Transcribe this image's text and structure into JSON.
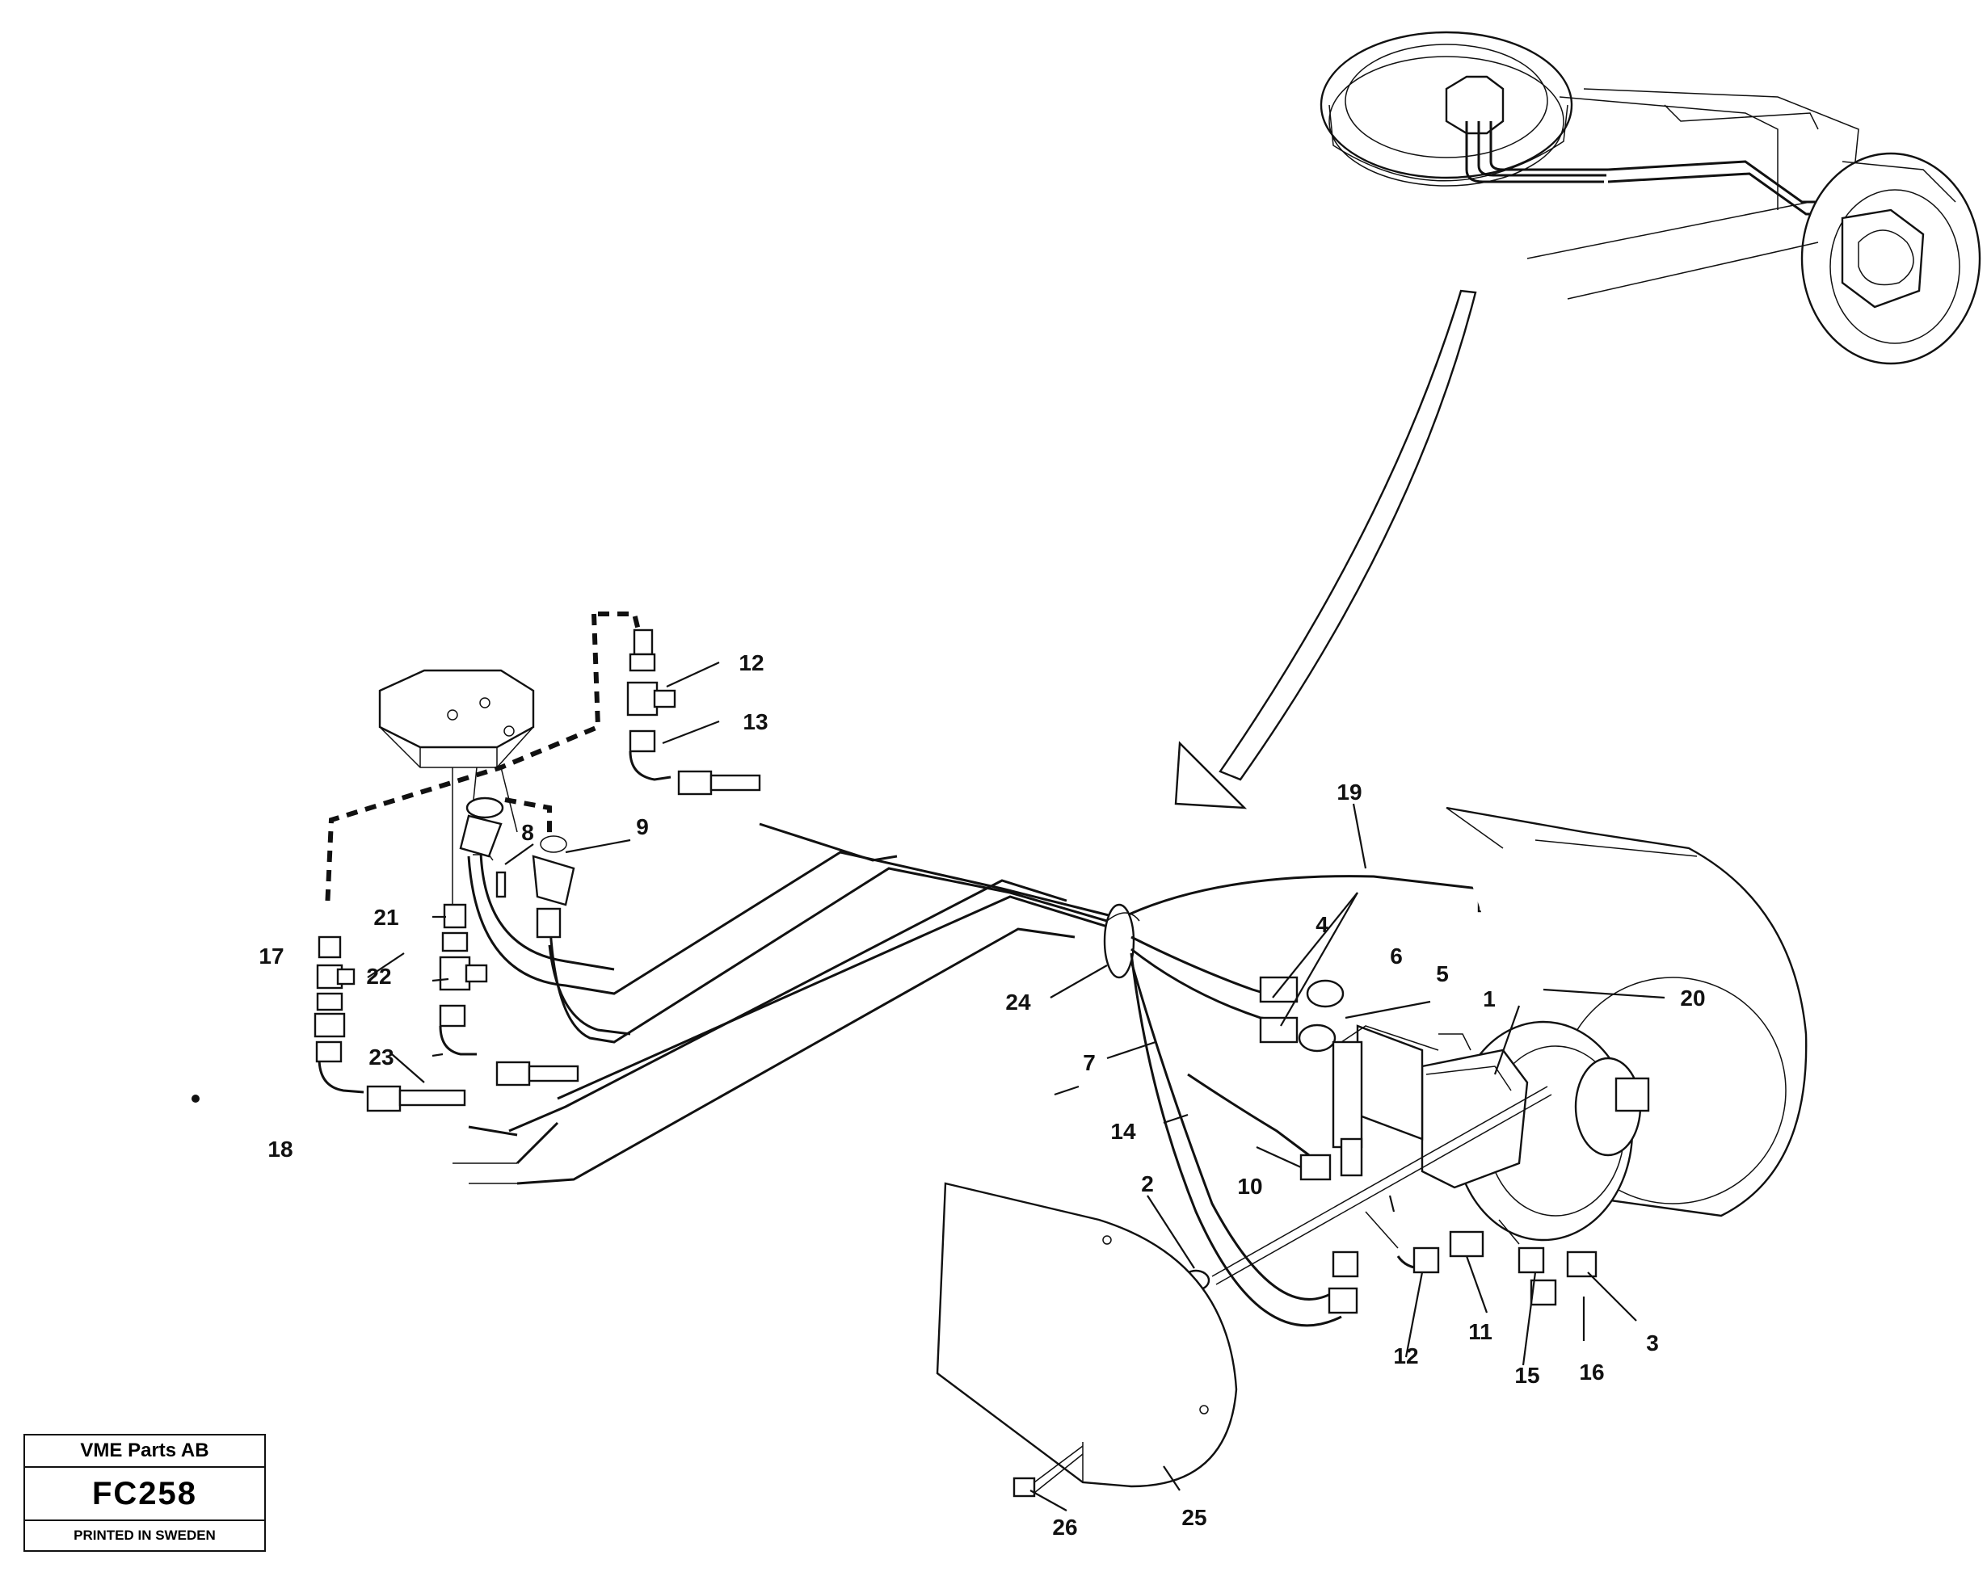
{
  "title_block": {
    "company": "VME Parts AB",
    "code": "FC258",
    "printed": "PRINTED IN SWEDEN"
  },
  "callouts": [
    "1",
    "2",
    "3",
    "4",
    "5",
    "6",
    "7",
    "8",
    "9",
    "10",
    "11",
    "12",
    "12",
    "13",
    "14",
    "15",
    "16",
    "17",
    "18",
    "19",
    "20",
    "21",
    "22",
    "23",
    "24",
    "25",
    "26"
  ]
}
